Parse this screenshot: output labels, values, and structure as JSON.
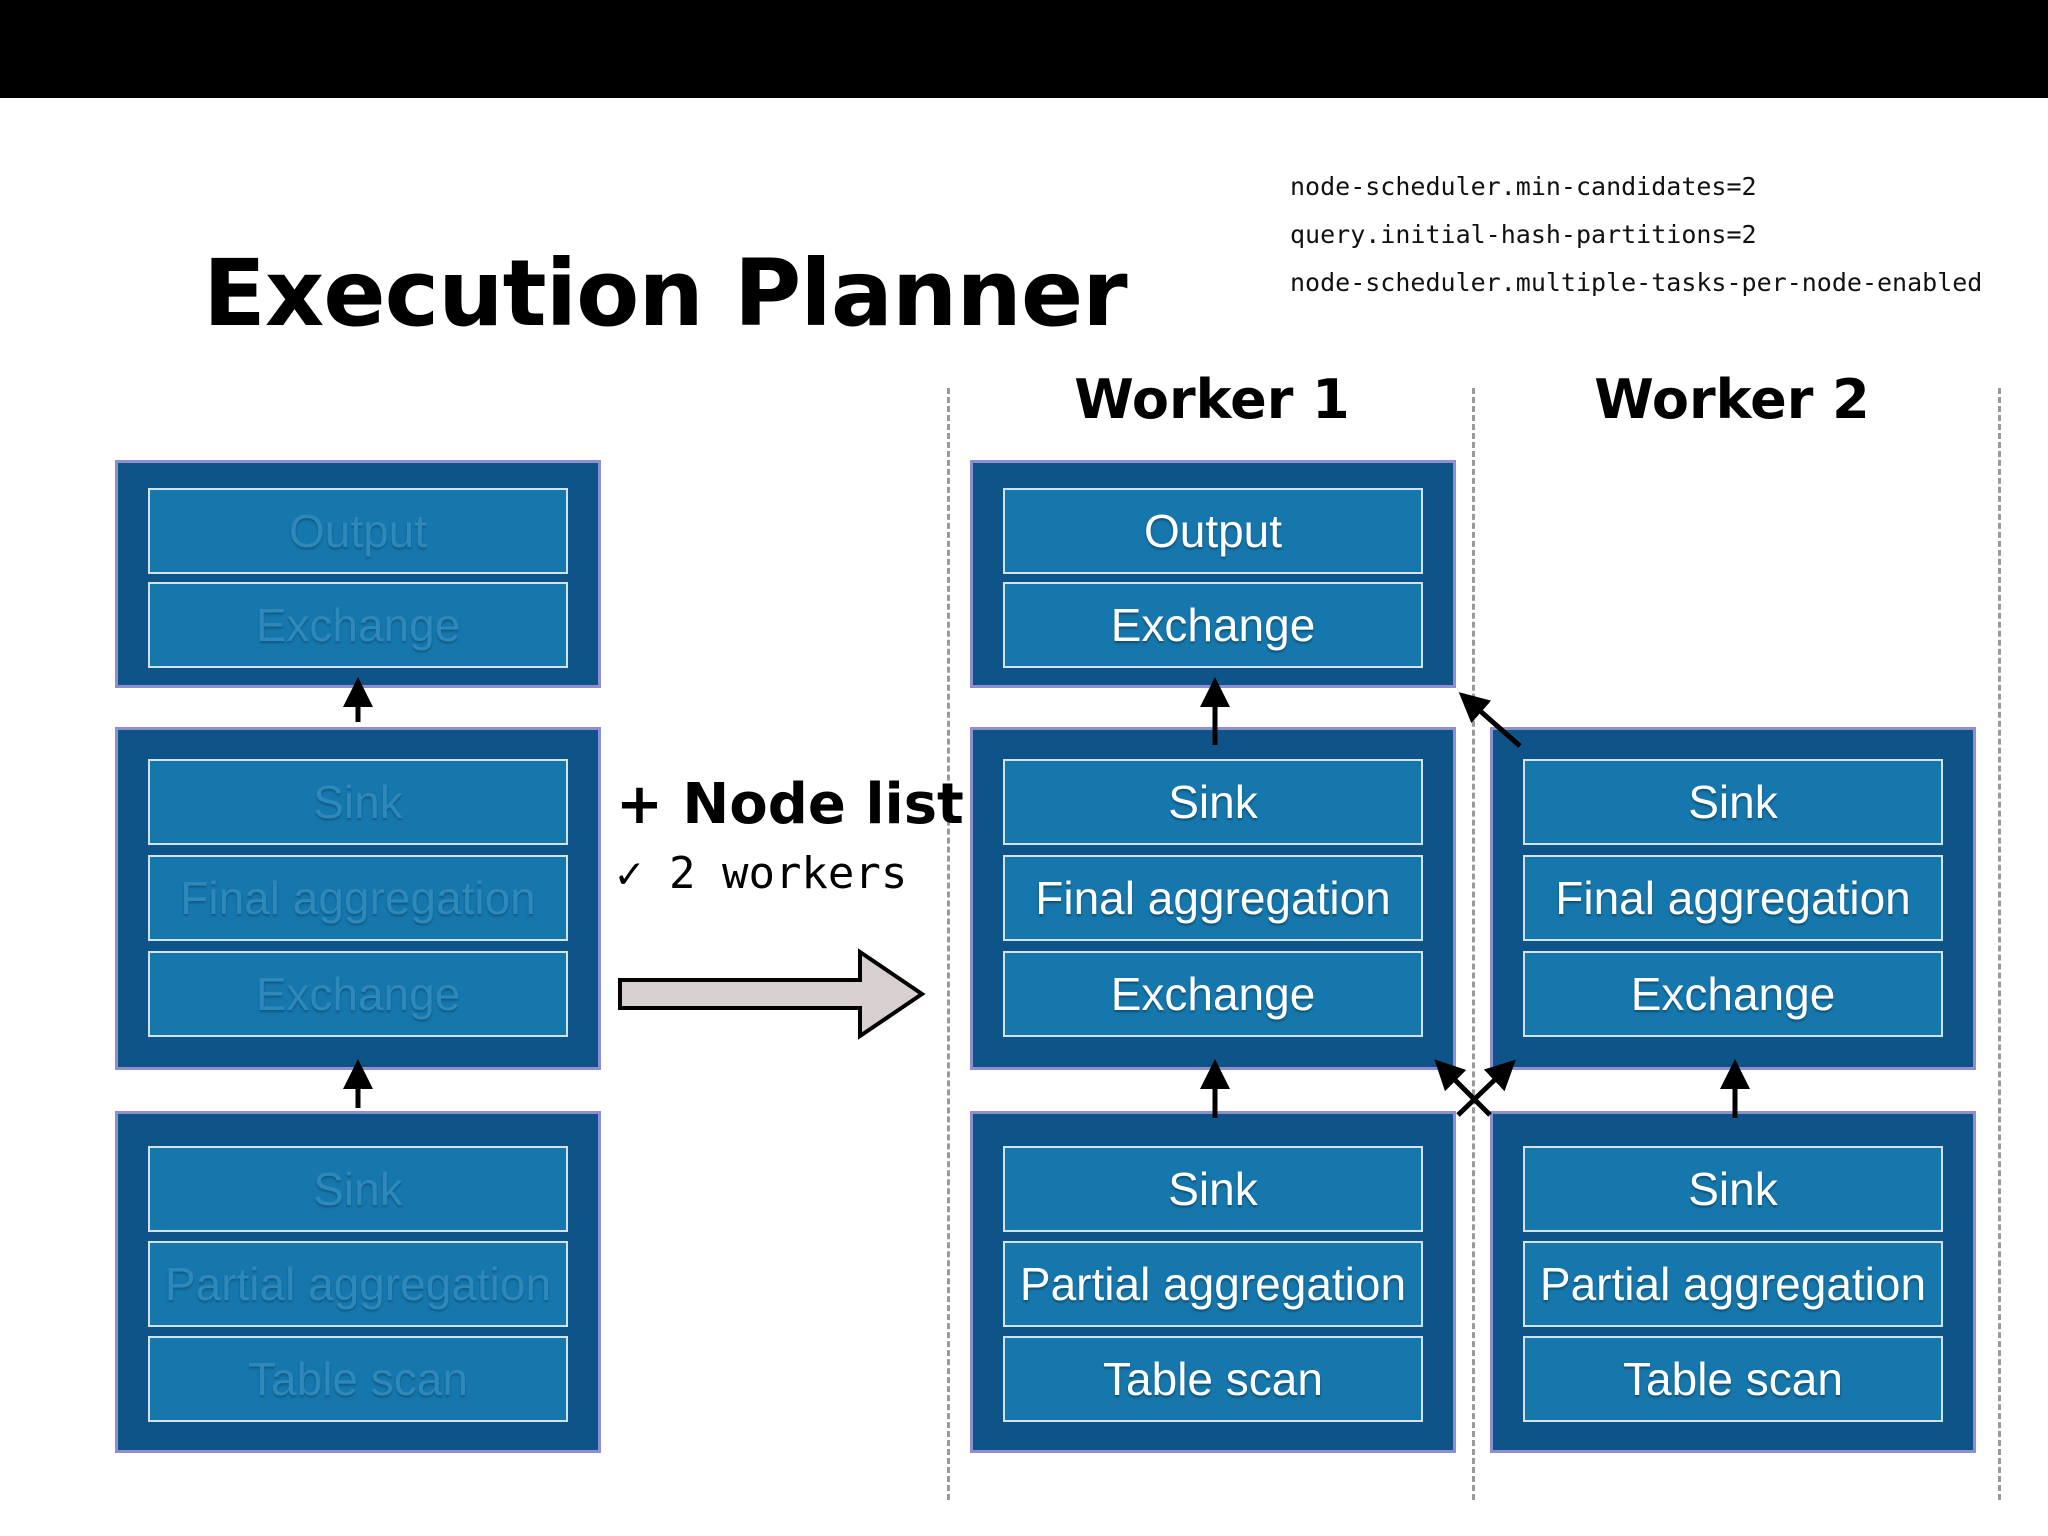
{
  "slide": {
    "title": "Execution Planner",
    "config_lines": [
      "node-scheduler.min-candidates=2",
      "query.initial-hash-partitions=2",
      "node-scheduler.multiple-tasks-per-node-enabled"
    ],
    "node_list_label": "+ Node list",
    "workers_label": "✓ 2 workers",
    "worker_titles": [
      "Worker 1",
      "Worker 2"
    ]
  },
  "logical_plan": {
    "stage_output": [
      "Output",
      "Exchange"
    ],
    "stage_final": [
      "Sink",
      "Final aggregation",
      "Exchange"
    ],
    "stage_partial": [
      "Sink",
      "Partial aggregation",
      "Table scan"
    ]
  },
  "worker1": {
    "stage_output": [
      "Output",
      "Exchange"
    ],
    "stage_final": [
      "Sink",
      "Final aggregation",
      "Exchange"
    ],
    "stage_partial": [
      "Sink",
      "Partial aggregation",
      "Table scan"
    ]
  },
  "worker2": {
    "stage_final": [
      "Sink",
      "Final aggregation",
      "Exchange"
    ],
    "stage_partial": [
      "Sink",
      "Partial aggregation",
      "Table scan"
    ]
  },
  "colors": {
    "stage_fill": "#0f5488",
    "operator_fill": "#1677ad",
    "stage_border": "#8e8ed0",
    "arrow_fill": "#d8d0d0"
  }
}
